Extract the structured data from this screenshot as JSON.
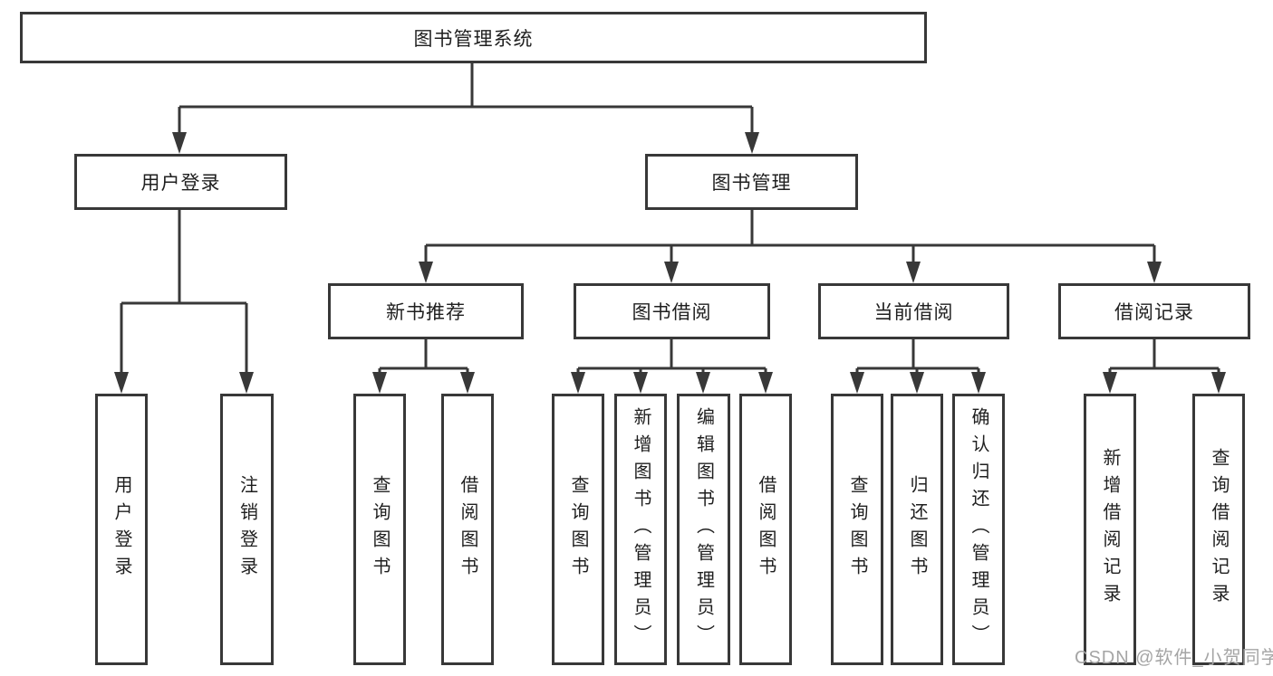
{
  "diagram": {
    "root": {
      "label": "图书管理系统"
    },
    "branches": [
      {
        "label": "用户登录",
        "children": [
          {
            "label": "用户登录"
          },
          {
            "label": "注销登录"
          }
        ]
      },
      {
        "label": "图书管理",
        "children": [
          {
            "label": "新书推荐",
            "children": [
              {
                "label": "查询图书"
              },
              {
                "label": "借阅图书"
              }
            ]
          },
          {
            "label": "图书借阅",
            "children": [
              {
                "label": "查询图书"
              },
              {
                "label": "新增图书（管理员）"
              },
              {
                "label": "编辑图书（管理员）"
              },
              {
                "label": "借阅图书"
              }
            ]
          },
          {
            "label": "当前借阅",
            "children": [
              {
                "label": "查询图书"
              },
              {
                "label": "归还图书"
              },
              {
                "label": "确认归还（管理员）"
              }
            ]
          },
          {
            "label": "借阅记录",
            "children": [
              {
                "label": "新增借阅记录"
              },
              {
                "label": "查询借阅记录"
              }
            ]
          }
        ]
      }
    ]
  },
  "watermark": {
    "text": "CSDN @软件_小贺同学"
  },
  "colors": {
    "line": "#383838",
    "text": "#1f1f1f",
    "background": "#ffffff",
    "watermark": "#a5a5a5"
  }
}
